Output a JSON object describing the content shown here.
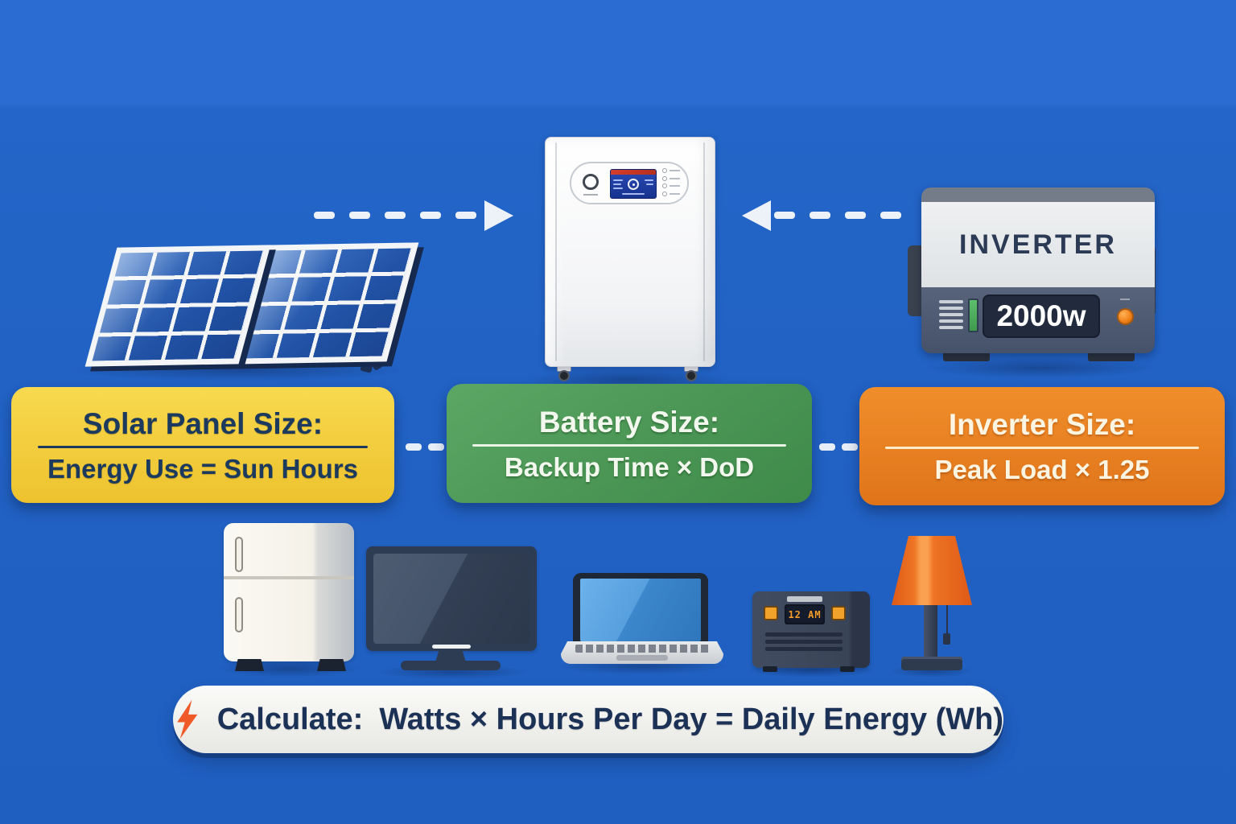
{
  "colors": {
    "background": "#2161c3",
    "background_top": "#2a6cd1",
    "solar_box": "#f2cb3a",
    "solar_box_text": "#1c3a5e",
    "battery_box": "#4c9756",
    "battery_box_text": "#f3f8ef",
    "inverter_box": "#e8821f",
    "inverter_box_text": "#fdf4e1",
    "calculate_bar": "#f2f2ef",
    "calculate_bar_text": "#1c3156",
    "lightning": "#f05a28",
    "arrow": "#edf2f9",
    "panel_cell_blue": "#2152a5"
  },
  "equipment": {
    "solar_panels": {
      "icon": "solar-panel-icon"
    },
    "battery": {
      "icon": "battery-tower-icon"
    },
    "inverter": {
      "icon": "inverter-icon",
      "label": "INVERTER",
      "display_value": "2000w"
    }
  },
  "formula_boxes": [
    {
      "title": "Solar Panel Size:",
      "formula": "Energy Use = Sun Hours"
    },
    {
      "title": "Battery Size:",
      "formula": "Backup Time × DoD"
    },
    {
      "title": "Inverter Size:",
      "formula": "Peak Load × 1.25"
    }
  ],
  "appliances": [
    {
      "icon": "refrigerator-icon"
    },
    {
      "icon": "tv-icon"
    },
    {
      "icon": "laptop-icon"
    },
    {
      "icon": "radio-icon",
      "display_value": "12 AM"
    },
    {
      "icon": "lamp-icon"
    }
  ],
  "calculate_bar": {
    "icon": "lightning-bolt-icon",
    "label": "Calculate:",
    "formula": "Watts × Hours Per Day = Daily Energy (Wh)"
  }
}
